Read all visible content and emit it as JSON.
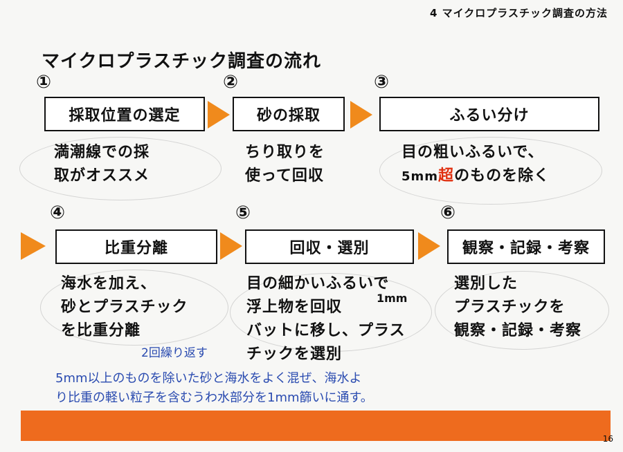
{
  "header": {
    "section": "4 マイクロプラスチック調査の方法"
  },
  "title": "マイクロプラスチック調査の流れ",
  "steps": [
    {
      "num": "①",
      "label": "採取位置の選定",
      "desc": "満潮線での採\n取がオススメ"
    },
    {
      "num": "②",
      "label": "砂の採取",
      "desc": "ちり取りを\n使って回収"
    },
    {
      "num": "③",
      "label": "ふるい分け",
      "desc_line1": "目の粗いふるいで、",
      "desc_pre": "5mm",
      "desc_red": "超",
      "desc_post": "のものを除く"
    },
    {
      "num": "④",
      "label": "比重分離",
      "desc": "海水を加え、\n砂とプラスチック\nを比重分離"
    },
    {
      "num": "⑤",
      "label": "回収・選別",
      "desc": "目の細かいふるいで\n浮上物を回収\nバットに移し、プラス\nチックを選別"
    },
    {
      "num": "⑥",
      "label": "観察・記録・考察",
      "desc": "選別した\nプラスチックを\n観察・記録・考察"
    }
  ],
  "notes": {
    "mesh": "1mm",
    "repeat": "2回繰り返す",
    "bottom_line1": "5mm以上のものを除いた砂と海水をよく混ぜ、海水よ",
    "bottom_line2": "り比重の軽い粒子を含むうわ水部分を1mm篩いに通す。"
  },
  "page_number": "16",
  "colors": {
    "arrow": "#f08a1c",
    "footer": "#ee6b1e",
    "note": "#2a4bb0",
    "accent_red": "#e03010"
  }
}
